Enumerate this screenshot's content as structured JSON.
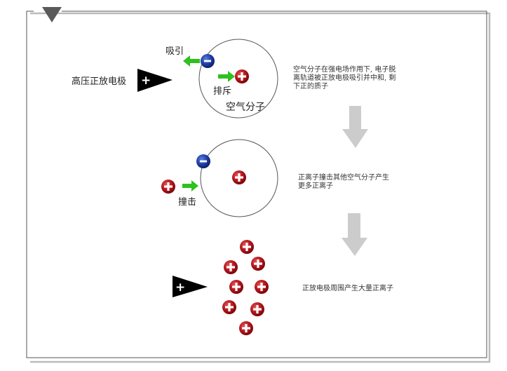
{
  "labels": {
    "attract": "吸引",
    "repel": "排斥",
    "high_voltage_electrode": "高压正放电极",
    "air_molecule": "空气分子",
    "collide": "撞击"
  },
  "descriptions": {
    "step1_line1": "空气分子在强电场作用下, 电子脱",
    "step1_line2": "离轨道被正放电极吸引并中和, 剩",
    "step1_line3": "下正的质子",
    "step2_line1": "正离子撞击其他空气分子产生",
    "step2_line2": "更多正离子",
    "step3_line1": "正放电极周围产生大量正离子"
  },
  "symbols": {
    "plus": "+",
    "minus": "-"
  },
  "icons": {
    "frame_marker": "triangle-down-icon",
    "flow_arrow": "arrow-down-icon",
    "force_arrow": "arrow-icon"
  },
  "colors": {
    "electron": "#1f3fa6",
    "proton": "#b3151b",
    "force_arrow": "#2ec11f",
    "flow_arrow": "#cccccc",
    "electrode": "#000000"
  }
}
